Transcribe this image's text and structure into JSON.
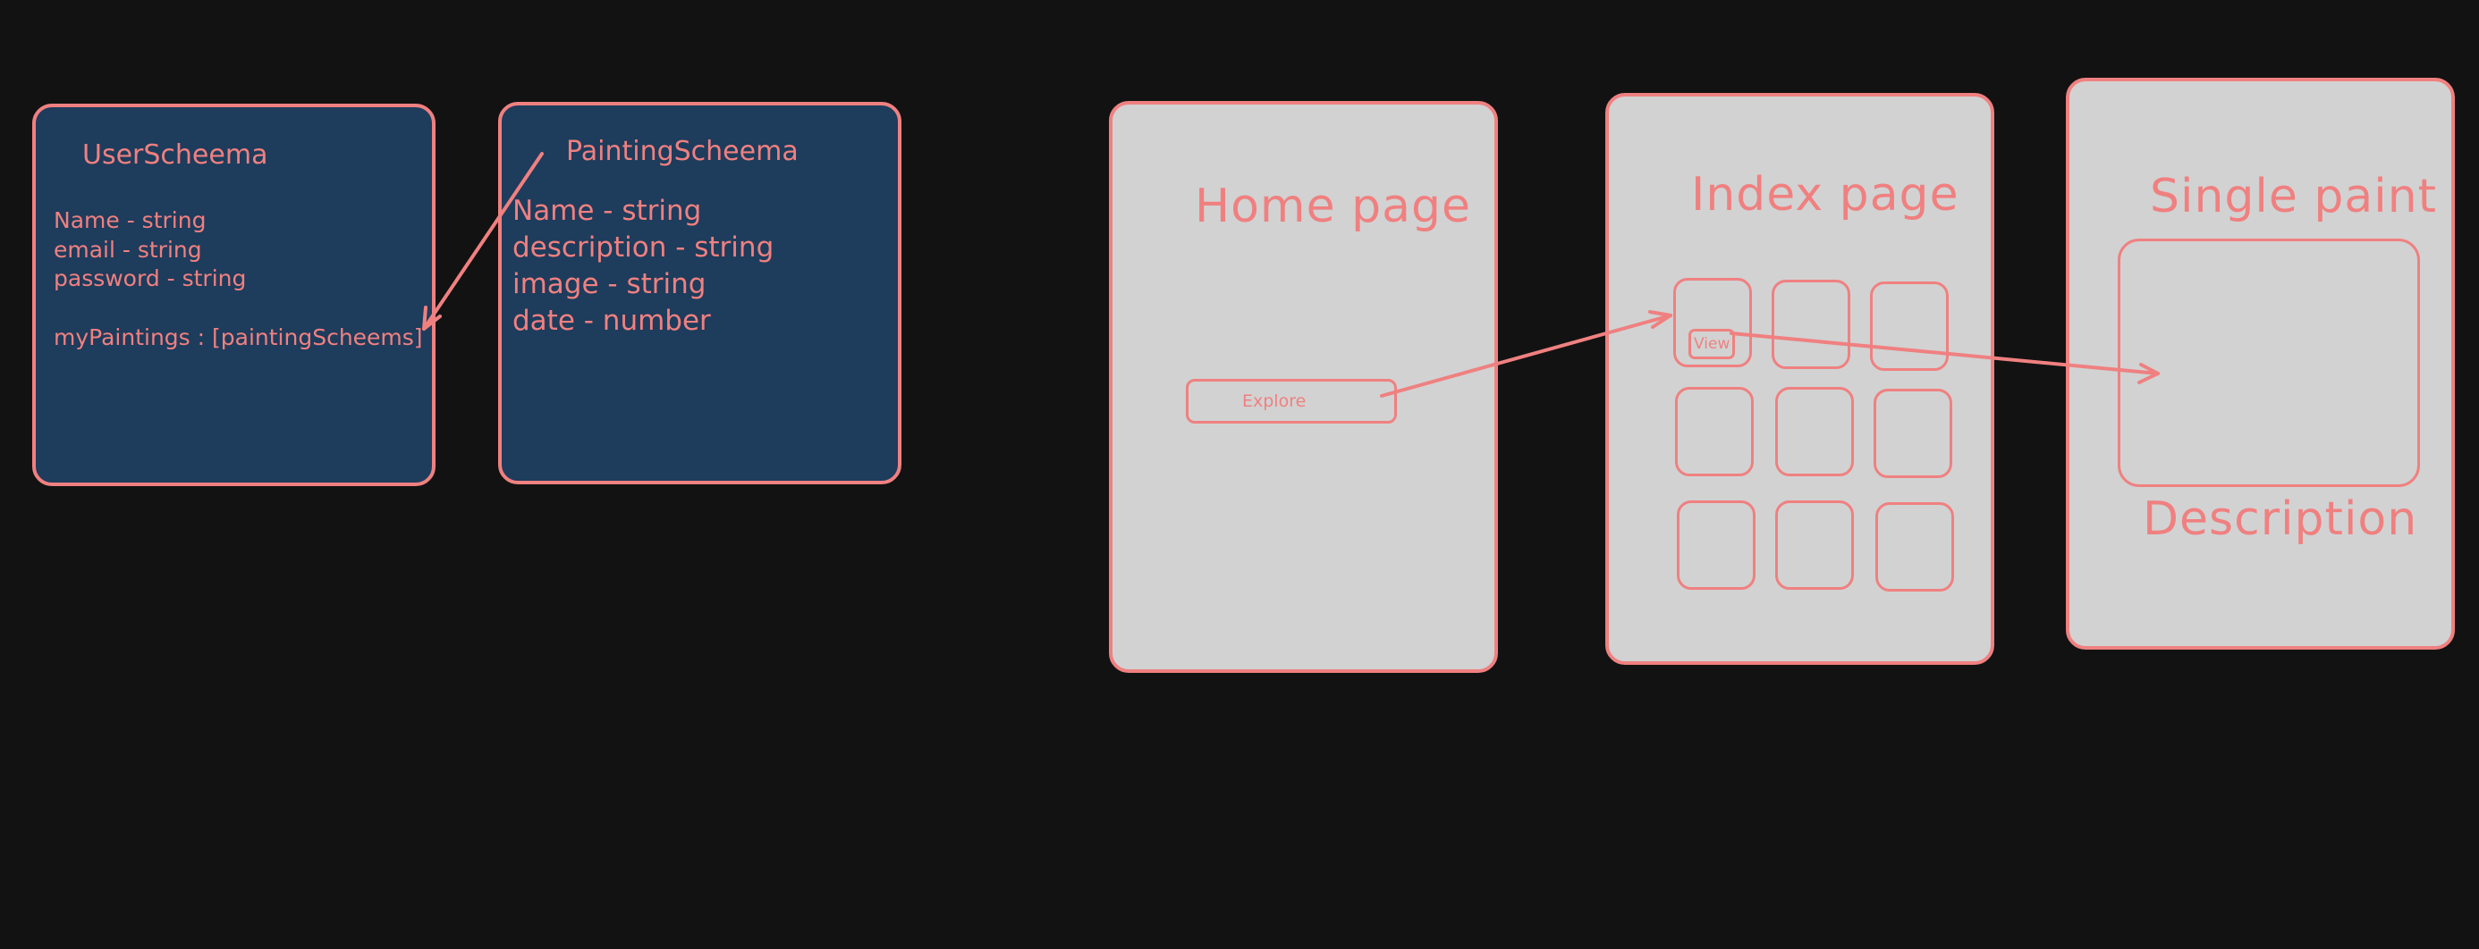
{
  "user_schema": {
    "title": "UserScheema",
    "fields": [
      "Name - string",
      "email - string",
      "password - string"
    ],
    "relation_field": "myPaintings : [paintingScheems]"
  },
  "painting_schema": {
    "title": "PaintingScheema",
    "fields": [
      "Name - string",
      "description - string",
      "image - string",
      "date - number"
    ]
  },
  "home_page": {
    "title": "Home page",
    "explore_label": "Explore"
  },
  "index_page": {
    "title": "Index page",
    "view_label": "View"
  },
  "single_page": {
    "title": "Single paint",
    "description_label": "Description"
  },
  "colors": {
    "background": "#121212",
    "schema_fill": "#1e3c5c",
    "page_fill": "#d2d2d2",
    "stroke": "#f08080"
  }
}
